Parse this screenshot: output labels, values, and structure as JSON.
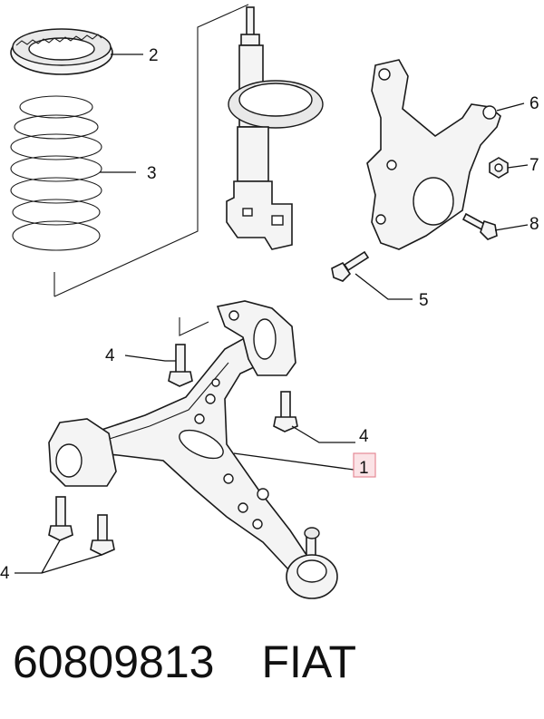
{
  "callouts": {
    "c1": "1",
    "c2": "2",
    "c3": "3",
    "c4a": "4",
    "c4b": "4",
    "c4c": "4",
    "c5": "5",
    "c6": "6",
    "c7": "7",
    "c8": "8"
  },
  "footer": {
    "part_number": "60809813",
    "brand": "FIAT"
  },
  "colors": {
    "highlight_fill": "#fbe3e6",
    "highlight_stroke": "#e58a96"
  }
}
